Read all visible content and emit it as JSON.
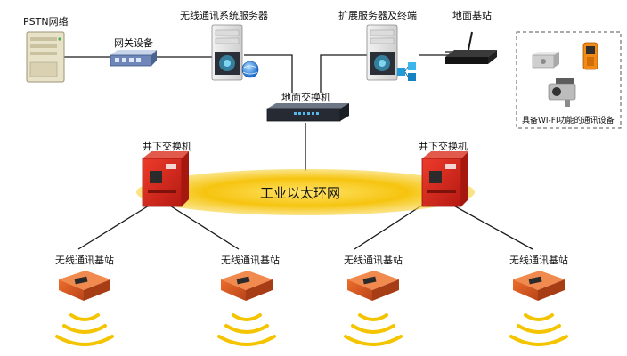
{
  "labels": {
    "pstn": "PSTN网络",
    "gateway": "网关设备",
    "comm_server": "无线通讯系统服务器",
    "ext_server": "扩展服务器及终端",
    "ground_station": "地面基站",
    "ground_switch": "地面交换机",
    "ring": "工业以太环网",
    "underground_switch_left": "井下交换机",
    "underground_switch_right": "井下交换机",
    "base_station_1": "无线通讯基站",
    "base_station_2": "无线通讯基站",
    "base_station_3": "无线通讯基站",
    "base_station_4": "无线通讯基站",
    "wifi_devices": "具备WI-FI功能的通讯设备"
  },
  "colors": {
    "ring_fill": "#f6c40f",
    "switch_red": "#d8261c",
    "station_orange": "#d9561f",
    "signal_yellow": "#f5c400",
    "line": "#1a1a1a"
  },
  "icons": [
    "server-icon",
    "gateway-icon",
    "globe-icon",
    "network-nodes-icon",
    "router-icon",
    "rack-switch-icon",
    "industrial-switch-icon",
    "base-station-icon",
    "wifi-signal-icon",
    "camera-icon",
    "phone-icon"
  ]
}
